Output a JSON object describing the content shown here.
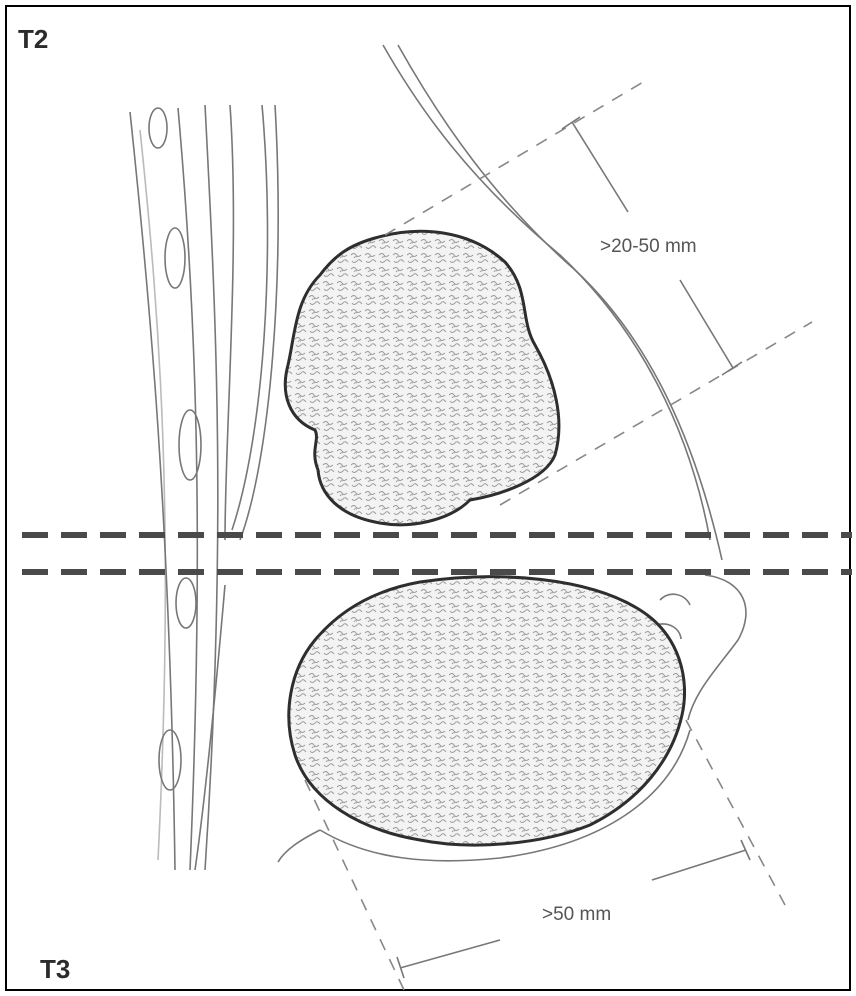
{
  "panels": {
    "top_label": "T2",
    "bottom_label": "T3"
  },
  "dimensions": {
    "top": ">20-50 mm",
    "bottom": ">50 mm"
  },
  "colors": {
    "line": "#2e2e2e",
    "dash": "#4a4a4a",
    "text": "#555555"
  }
}
